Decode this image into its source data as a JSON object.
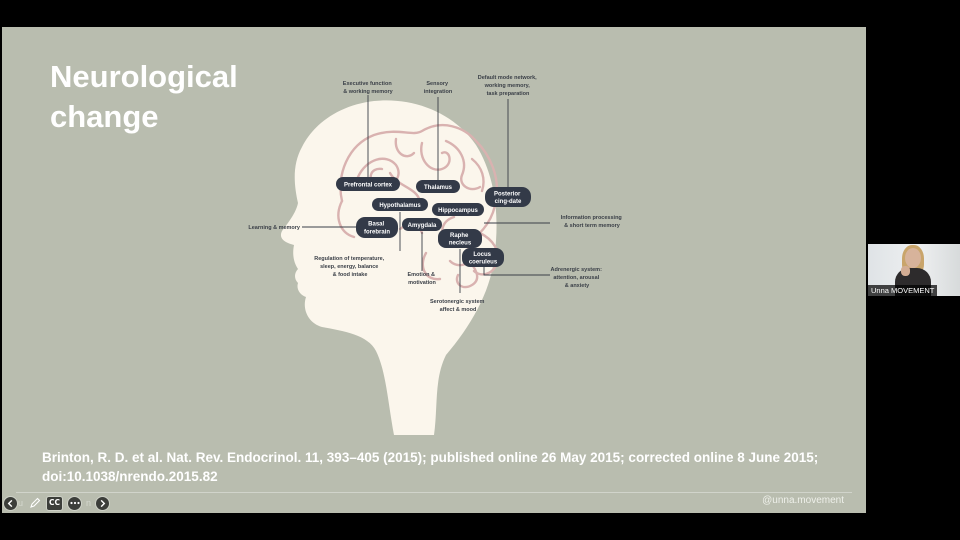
{
  "slide": {
    "title_line1": "Neurological",
    "title_line2": "change",
    "citation_line1": "Brinton, R. D. et al. Nat. Rev. Endocrinol. 11, 393–405 (2015); published online 26 May 2015; corrected online 8 June 2015;",
    "citation_line2": "doi:10.1038/nrendo.2015.82",
    "handle": "@unna.movement"
  },
  "diagram": {
    "regions": [
      {
        "id": "prefrontal",
        "label": "Prefrontal cortex"
      },
      {
        "id": "thalamus",
        "label": "Thalamus"
      },
      {
        "id": "posterior",
        "label_lines": [
          "Posterior",
          "cing-date"
        ]
      },
      {
        "id": "hypothalamus",
        "label": "Hypothalamus"
      },
      {
        "id": "hippocampus",
        "label": "Hippocampus"
      },
      {
        "id": "basal",
        "label_lines": [
          "Basal",
          "forebrain"
        ]
      },
      {
        "id": "amygdala",
        "label": "Amygdala"
      },
      {
        "id": "raphe",
        "label_lines": [
          "Raphe",
          "necleus"
        ]
      },
      {
        "id": "locus",
        "label_lines": [
          "Locus",
          "coeruleus"
        ]
      }
    ],
    "functions": [
      {
        "id": "exec",
        "lines": [
          "Executive function",
          "& working memory"
        ]
      },
      {
        "id": "sensory",
        "lines": [
          "Sensory",
          "integration"
        ]
      },
      {
        "id": "default",
        "lines": [
          "Default mode network,",
          "working memory,",
          "task preparation"
        ]
      },
      {
        "id": "learning",
        "lines": [
          "Learning & memory"
        ]
      },
      {
        "id": "info",
        "lines": [
          "Information processing",
          "& short term memory"
        ]
      },
      {
        "id": "regulation",
        "lines": [
          "Regulation of temperature,",
          "sleep, energy, balance",
          "& food intake"
        ]
      },
      {
        "id": "emotion",
        "lines": [
          "Emotion &",
          "motivation"
        ]
      },
      {
        "id": "adrenergic",
        "lines": [
          "Adrenergic system:",
          "attention, arousal",
          "& anxiety"
        ]
      },
      {
        "id": "serotonergic",
        "lines": [
          "Serotonergic system",
          "affect & mood"
        ]
      }
    ]
  },
  "controls": {
    "back_icon": "arrow-left-icon",
    "pen_icon": "pen-icon",
    "cc_label": "CC",
    "more_icon": "more-icon",
    "next_icon": "arrow-right-icon",
    "label_start": "u",
    "label_end": "n"
  },
  "video": {
    "participant_name": "Unna MOVEMENT"
  },
  "colors": {
    "slide_bg": "#b9bdaf",
    "head_fill": "#fbf6ec",
    "region_pill": "#333a48",
    "brain_lines": "#d9b2b0"
  }
}
